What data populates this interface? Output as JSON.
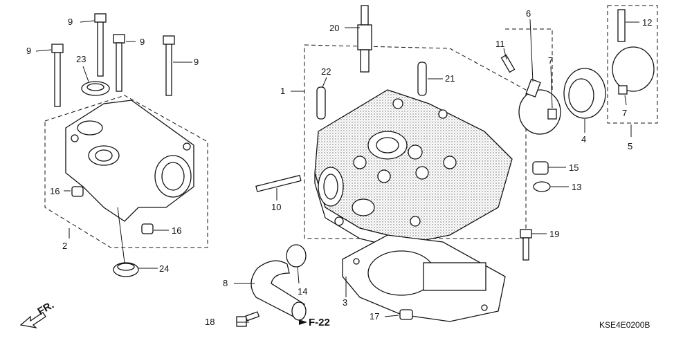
{
  "callouts": {
    "c1": "1",
    "c2": "2",
    "c3": "3",
    "c4": "4",
    "c5": "5",
    "c6": "6",
    "c7": "7",
    "c8": "8",
    "c9": "9",
    "c11": "11",
    "c12": "12",
    "c13": "13",
    "c14": "14",
    "c15": "15",
    "c16": "16",
    "c17": "17",
    "c18": "18",
    "c19": "19",
    "c20": "20",
    "c21": "21",
    "c22": "22",
    "c23": "23",
    "c24": "24"
  },
  "reference": "F-22",
  "direction_label": "FR.",
  "drawing_code": "KSE4E0200B",
  "icons": [
    "front-direction-arrow-icon",
    "reference-arrow-icon"
  ]
}
